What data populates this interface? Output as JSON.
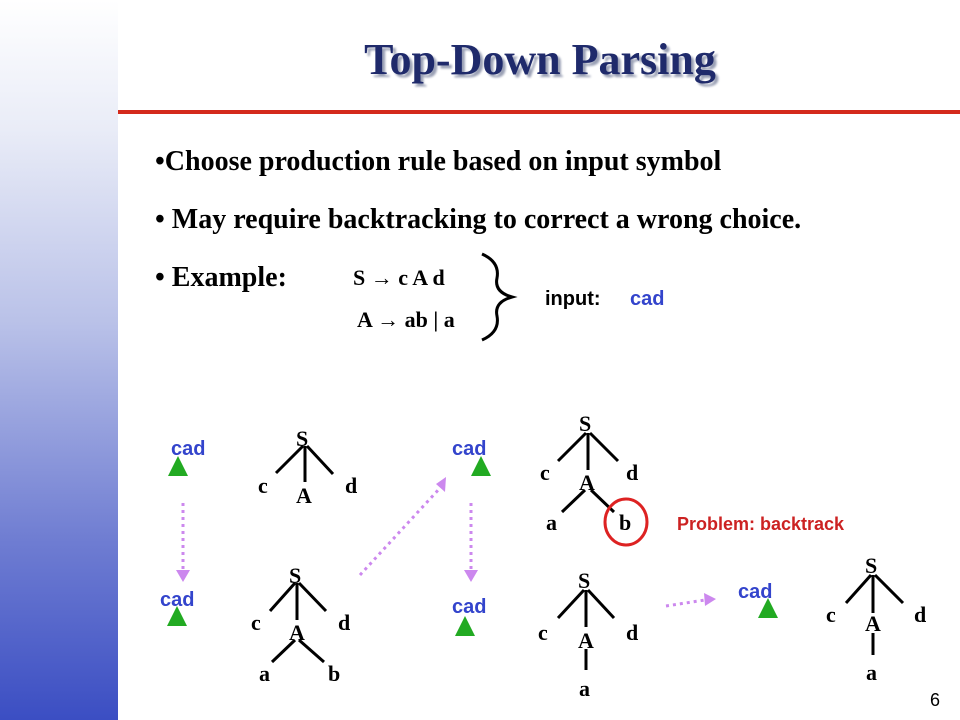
{
  "title": "Top-Down Parsing",
  "bullets": [
    "•Choose production rule based on input symbol",
    "• May require backtracking to correct a wrong choice.",
    "• Example:"
  ],
  "grammar": {
    "rule1": "S  →  c A d",
    "rule2": "A  →  ab  |  a"
  },
  "input_label": "input:",
  "input_value": "cad",
  "cad": "cad",
  "problem": "Problem: backtrack",
  "page_number": "6",
  "colors": {
    "title": "#1f2a6b",
    "accent_red": "#d42a1c",
    "blue_text": "#3344cc",
    "green_marker": "#22aa22",
    "dotted_arrow": "#cc88ee",
    "problem_text": "#cc2222"
  }
}
